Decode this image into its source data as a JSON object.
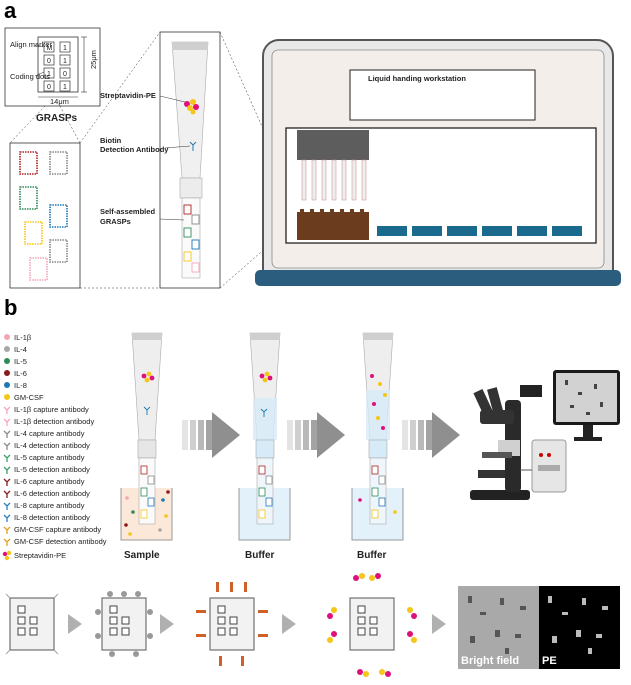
{
  "panel_a": {
    "letter": "a",
    "grasp_callout": {
      "align_marker_label": "Align marker",
      "coding_dots_label": "Coding dots",
      "width_label": "14μm",
      "height_label": "25μm",
      "code_cells": [
        "M",
        "1",
        "0",
        "1",
        "1",
        "0",
        "0",
        "1"
      ]
    },
    "grasps_title": "GRASPs",
    "tube_labels": {
      "streptavidin": "Streptavidin-PE",
      "biotin": "Biotin",
      "detection_antibody": "Detection Antibody",
      "self_assembled": "Self-assembled",
      "grasps": "GRASPs"
    },
    "workstation_label": "Liquid handing workstation"
  },
  "panel_b": {
    "letter": "b",
    "legend": [
      {
        "label": "IL-1β",
        "color": "#f4a6b7",
        "type": "dot"
      },
      {
        "label": "IL-4",
        "color": "#a8a8a8",
        "type": "dot"
      },
      {
        "label": "IL-5",
        "color": "#2e8b57",
        "type": "dot"
      },
      {
        "label": "IL-6",
        "color": "#8b1a1a",
        "type": "dot"
      },
      {
        "label": "IL-8",
        "color": "#1f78b4",
        "type": "dot"
      },
      {
        "label": "GM-CSF",
        "color": "#f5c518",
        "type": "dot"
      },
      {
        "label": "IL-1β  capture antibody",
        "color": "#f4a6b7",
        "type": "ab"
      },
      {
        "label": "IL-1β  detection antibody",
        "color": "#f4a6b7",
        "type": "ab"
      },
      {
        "label": "IL-4   capture antibody",
        "color": "#8a8a8a",
        "type": "ab"
      },
      {
        "label": "IL-4   detection antibody",
        "color": "#8a8a8a",
        "type": "ab"
      },
      {
        "label": "IL-5   capture antibody",
        "color": "#3aa06a",
        "type": "ab"
      },
      {
        "label": "IL-5   detection antibody",
        "color": "#3aa06a",
        "type": "ab"
      },
      {
        "label": "IL-6   capture antibody",
        "color": "#8b1a1a",
        "type": "ab"
      },
      {
        "label": "IL-6   detection antibody",
        "color": "#8b1a1a",
        "type": "ab"
      },
      {
        "label": "IL-8   capture antibody",
        "color": "#2a7fbf",
        "type": "ab"
      },
      {
        "label": "IL-8   detection antibody",
        "color": "#2a7fbf",
        "type": "ab"
      },
      {
        "label": "GM-CSF  capture antibody",
        "color": "#e0a020",
        "type": "ab"
      },
      {
        "label": "GM-CSF  detection antibody",
        "color": "#e0a020",
        "type": "ab"
      },
      {
        "label": "Streptavidin-PE",
        "color": "#e0107a",
        "type": "sa"
      }
    ],
    "steps": [
      "Sample",
      "Buffer",
      "Buffer"
    ],
    "image_labels": {
      "bright_field": "Bright field",
      "pe": "PE"
    }
  }
}
